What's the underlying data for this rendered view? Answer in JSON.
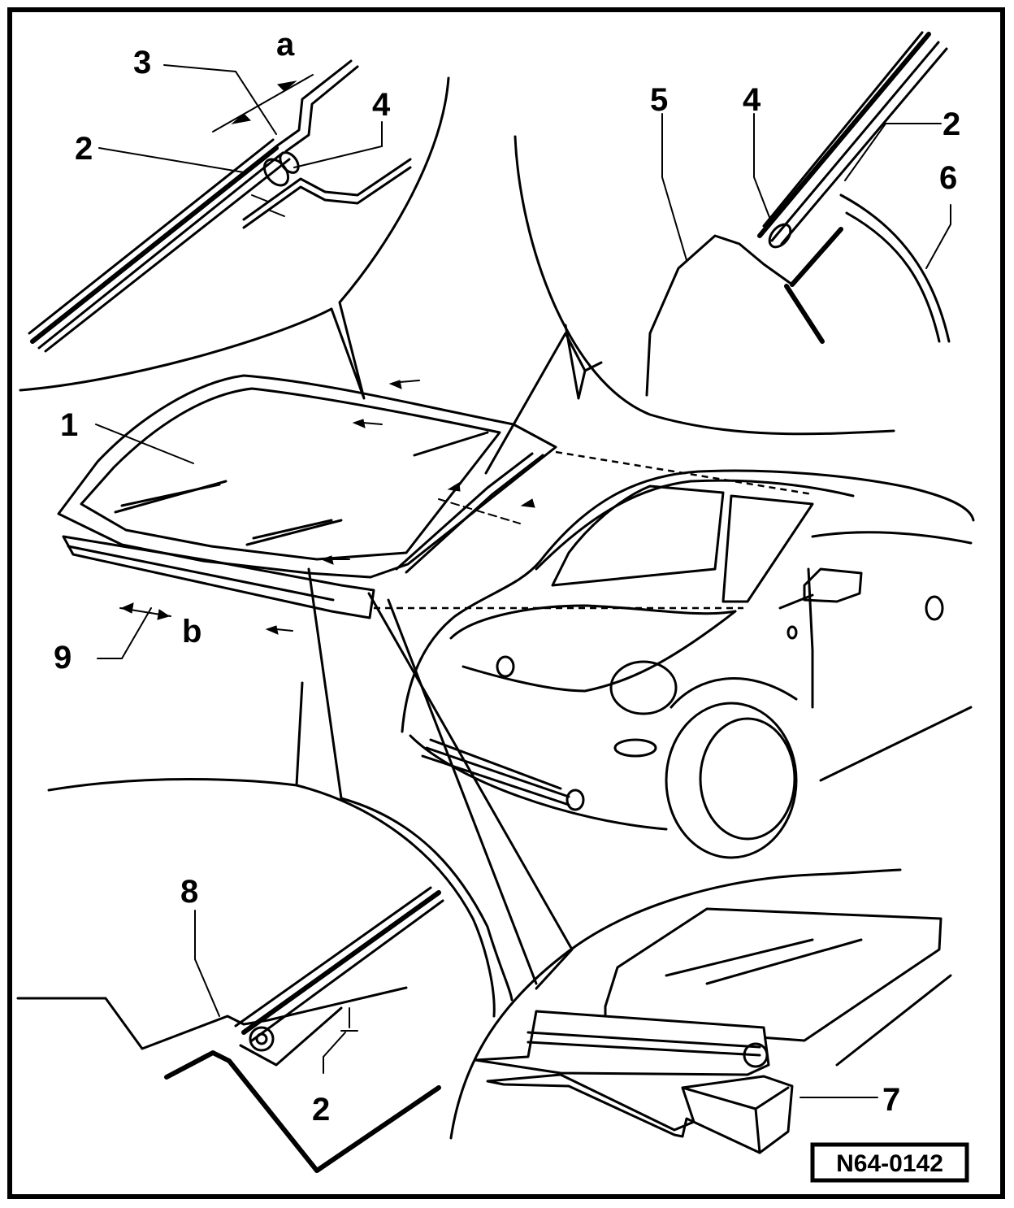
{
  "figure_code": "N64-0142",
  "callouts": [
    {
      "id": "a",
      "text": "a"
    },
    {
      "id": "b",
      "text": "b"
    },
    {
      "id": "1",
      "text": "1"
    },
    {
      "id": "2",
      "text": "2"
    },
    {
      "id": "3",
      "text": "3"
    },
    {
      "id": "4",
      "text": "4"
    },
    {
      "id": "5",
      "text": "5"
    },
    {
      "id": "6",
      "text": "6"
    },
    {
      "id": "7",
      "text": "7"
    },
    {
      "id": "8",
      "text": "8"
    },
    {
      "id": "9",
      "text": "9"
    }
  ]
}
